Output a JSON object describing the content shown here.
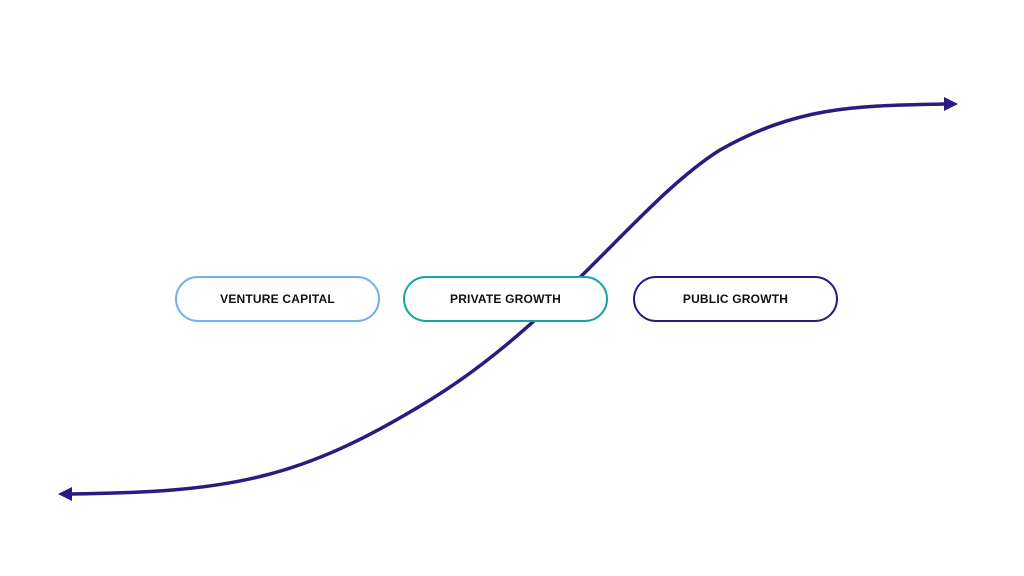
{
  "stages": [
    {
      "label": "VENTURE CAPITAL",
      "border_color": "#6fb3ec"
    },
    {
      "label": "PRIVATE GROWTH",
      "border_color": "#17a3ad"
    },
    {
      "label": "PUBLIC GROWTH",
      "border_color": "#2a1b80"
    }
  ],
  "curve_color": "#2a1b80"
}
